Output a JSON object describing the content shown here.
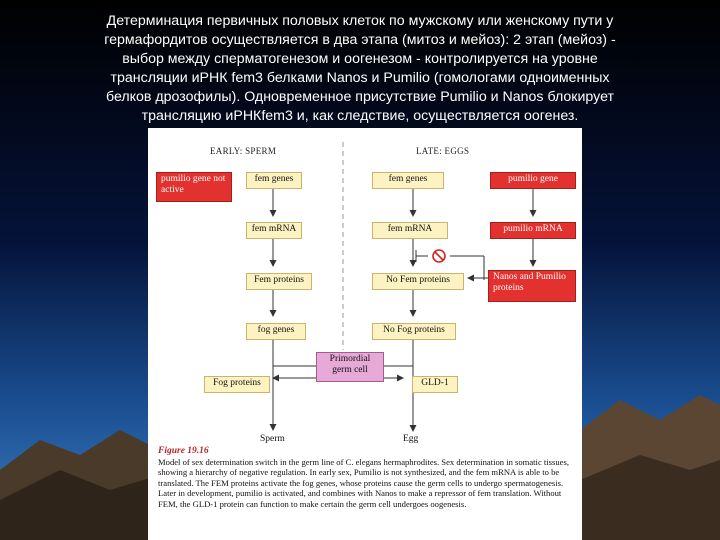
{
  "slide": {
    "lines": [
      "Детерминация первичных половых клеток по мужскому или женскому пути у",
      "гермафордитов осуществляется в два этапа (митоз и мейоз): 2 этап (мейоз) -",
      "выбор между сперматогенезом и оогенезом - контролируется  на уровне",
      "трансляции иРНК fem3  белками Nanos и  Pumilio  (гомологами одноименных",
      "белков дрозофилы). Одновременное присутствие Pumilio и Nanos блокирует",
      "трансляцию иРНКfem3 и, как следствие, осуществляется оогенез."
    ]
  },
  "diagram": {
    "header_left": "EARLY: SPERM",
    "header_right": "LATE: EGGS",
    "left": {
      "pumilio_not_active": "pumilio gene not active",
      "fem_genes": "fem genes",
      "fem_mrna": "fem mRNA",
      "fem_proteins": "Fem proteins",
      "fog_genes": "fog genes",
      "fog_proteins": "Fog proteins",
      "outcome": "Sperm"
    },
    "right": {
      "fem_genes": "fem genes",
      "fem_mrna": "fem mRNA",
      "no_fem_proteins": "No Fem proteins",
      "no_fog_proteins": "No Fog proteins",
      "gld1": "GLD-1",
      "outcome": "Egg",
      "pumilio_gene": "pumilio gene",
      "pumilio_mrna": "pumilio mRNA",
      "nanos_pumilio": "Nanos and Pumilio proteins"
    },
    "primordial": "Primordial germ cell"
  },
  "caption": {
    "title": "Figure 19.16",
    "text": "Model of sex determination switch in the germ line of C. elegans hermaphrodites. Sex determination in somatic tissues, showing a hierarchy of negative regulation. In early sex, Pumilio is not synthesized, and the fem mRNA is able to be translated. The FEM proteins activate the fog genes, whose proteins cause the germ cells to undergo spermatogenesis. Later in development, pumilio is activated, and combines with Nanos to make a repressor of fem translation. Without FEM, the GLD-1 protein can function to make certain the germ cell undergoes oogenesis."
  },
  "colors": {
    "box_yellow": "#fdf3c2",
    "box_red": "#e2312e",
    "box_pink": "#e7a9d8",
    "caption_title": "#b6242a"
  }
}
